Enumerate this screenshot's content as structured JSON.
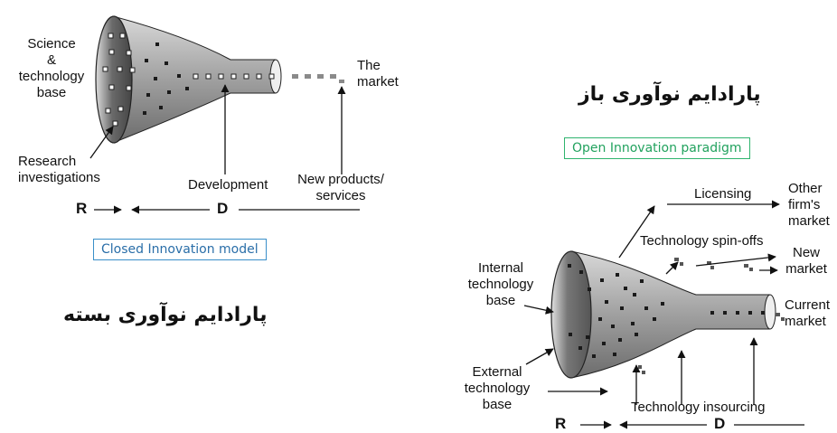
{
  "closed": {
    "science_base": [
      "Science",
      "&",
      "technology",
      "base"
    ],
    "market": [
      "The",
      "market"
    ],
    "research": [
      "Research",
      "investigations"
    ],
    "development": "Development",
    "new_products": [
      "New products/",
      "services"
    ],
    "r": "R",
    "d": "D",
    "model_box": "Closed Innovation model",
    "persian": "پارادایم نوآوری بسته",
    "box_color": "#3a8fc9"
  },
  "open": {
    "persian": "پارادایم نوآوری باز",
    "paradigm_box": "Open Innovation paradigm",
    "licensing": "Licensing",
    "other_market": [
      "Other",
      "firm's",
      "market"
    ],
    "spinoffs": "Technology spin-offs",
    "new_market": [
      "New",
      "market"
    ],
    "internal_base": [
      "Internal",
      "technology",
      "base"
    ],
    "current_market": [
      "Current",
      "market"
    ],
    "external_base": [
      "External",
      "technology",
      "base"
    ],
    "insourcing": "Technology insourcing",
    "r": "R",
    "d": "D",
    "box_color": "#2fb46e"
  }
}
